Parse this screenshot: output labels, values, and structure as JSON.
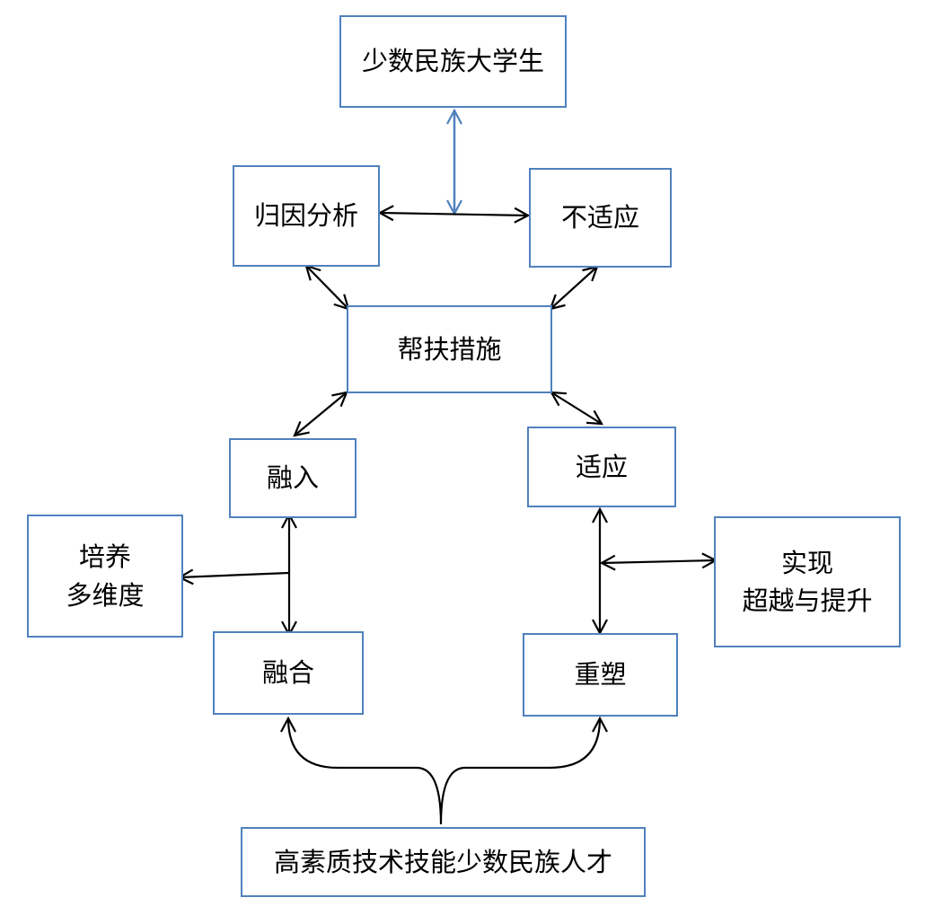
{
  "colors": {
    "box_border": "#4f81bd",
    "blue_arrow": "#4f81bd",
    "arrow": "#000000",
    "text": "#000000"
  },
  "nodes": {
    "minority_students": "少数民族大学生",
    "attribution_analysis": "归因分析",
    "maladjustment": "不适应",
    "support_measures": "帮扶措施",
    "integrate_in": "融入",
    "adaptation": "适应",
    "cultivate": {
      "line1": "培养",
      "line2": "多维度"
    },
    "realize": {
      "line1": "实现",
      "line2": "超越与提升"
    },
    "fusion": "融合",
    "reshape": "重塑",
    "talent": "高素质技术技能少数民族人才"
  }
}
